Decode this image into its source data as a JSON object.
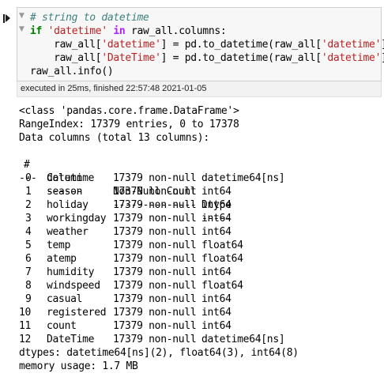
{
  "cell": {
    "run_icon": "run-cell-icon",
    "code": {
      "comment": "# string to datetime",
      "line2": {
        "kw_if": "if",
        "str": "'datetime'",
        "kw_in": "in",
        "rest": "raw_all.columns:"
      },
      "line3": {
        "a": "raw_all[",
        "str1": "'datetime'",
        "b": "] = pd.to_datetime(raw_all[",
        "str2": "'datetime'",
        "c": "])"
      },
      "line4": {
        "a": "raw_all[",
        "str1": "'DateTime'",
        "b": "] = pd.to_datetime(raw_all[",
        "str2": "'datetime'",
        "c": "])"
      },
      "line5": "raw_all.info()"
    },
    "execution_status": "executed in 25ms, finished 22:57:48 2021-01-05"
  },
  "output": {
    "class_line": "<class 'pandas.core.frame.DataFrame'>",
    "range_line": "RangeIndex: 17379 entries, 0 to 17378",
    "columns_line": "Data columns (total 13 columns):",
    "headers": {
      "idx": "#",
      "column": "Column",
      "nonnull": "Non-Null Count",
      "dtype": "Dtype"
    },
    "separators": {
      "idx": "---",
      "column": "------",
      "nonnull": "--------------",
      "dtype": "-----"
    },
    "rows": [
      {
        "idx": "0",
        "column": "datetime",
        "nonnull": "17379 non-null",
        "dtype": "datetime64[ns]"
      },
      {
        "idx": "1",
        "column": "season",
        "nonnull": "17379 non-null",
        "dtype": "int64"
      },
      {
        "idx": "2",
        "column": "holiday",
        "nonnull": "17379 non-null",
        "dtype": "int64"
      },
      {
        "idx": "3",
        "column": "workingday",
        "nonnull": "17379 non-null",
        "dtype": "int64"
      },
      {
        "idx": "4",
        "column": "weather",
        "nonnull": "17379 non-null",
        "dtype": "int64"
      },
      {
        "idx": "5",
        "column": "temp",
        "nonnull": "17379 non-null",
        "dtype": "float64"
      },
      {
        "idx": "6",
        "column": "atemp",
        "nonnull": "17379 non-null",
        "dtype": "float64"
      },
      {
        "idx": "7",
        "column": "humidity",
        "nonnull": "17379 non-null",
        "dtype": "int64"
      },
      {
        "idx": "8",
        "column": "windspeed",
        "nonnull": "17379 non-null",
        "dtype": "float64"
      },
      {
        "idx": "9",
        "column": "casual",
        "nonnull": "17379 non-null",
        "dtype": "int64"
      },
      {
        "idx": "10",
        "column": "registered",
        "nonnull": "17379 non-null",
        "dtype": "int64"
      },
      {
        "idx": "11",
        "column": "count",
        "nonnull": "17379 non-null",
        "dtype": "int64"
      },
      {
        "idx": "12",
        "column": "DateTime",
        "nonnull": "17379 non-null",
        "dtype": "datetime64[ns]"
      }
    ],
    "dtypes_line": "dtypes: datetime64[ns](2), float64(3), int64(8)",
    "memory_line": "memory usage: 1.7 MB"
  }
}
